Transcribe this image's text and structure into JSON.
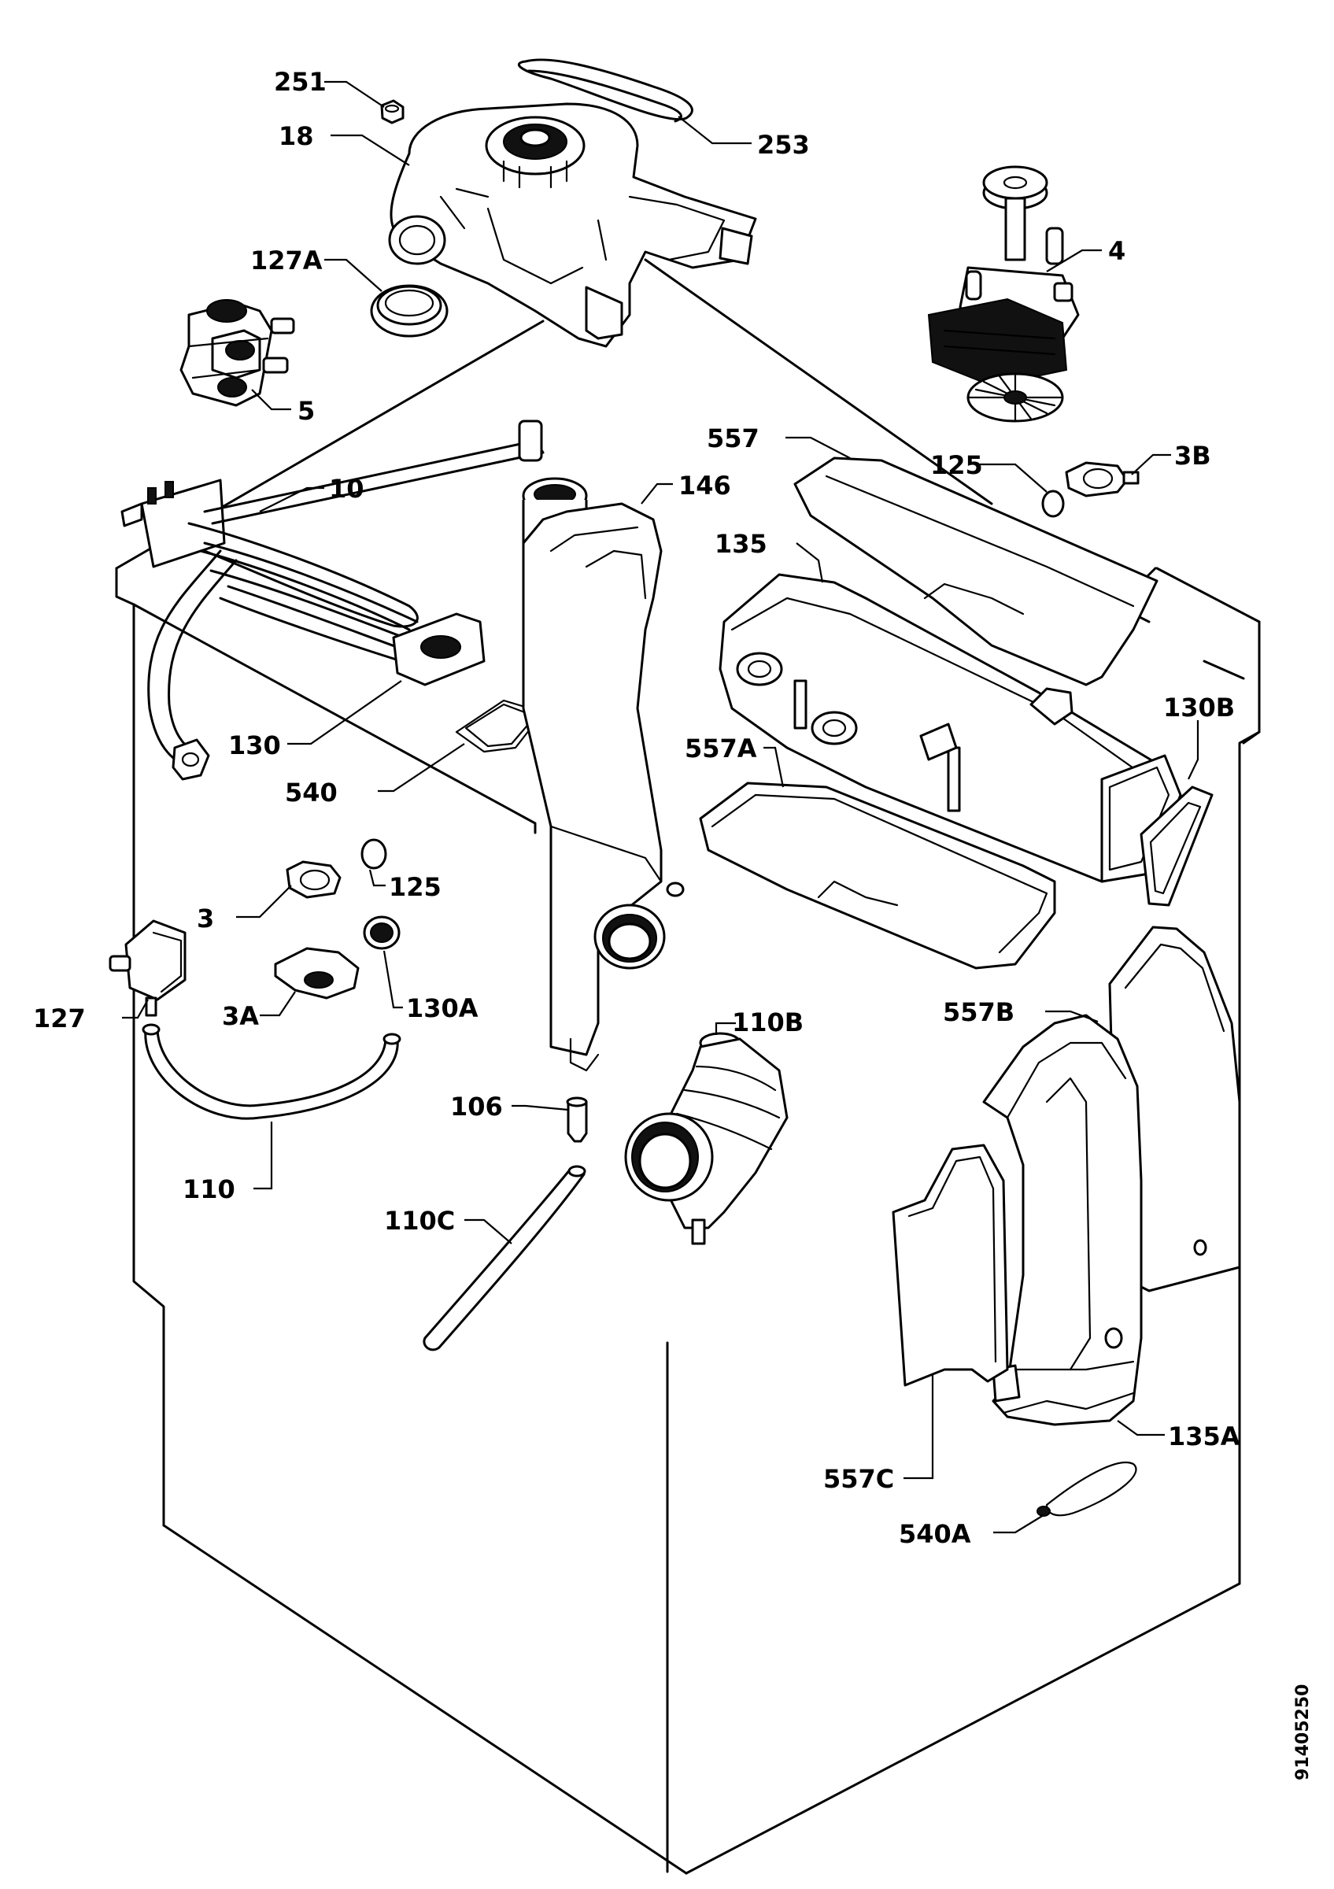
{
  "diagram": {
    "document_id": "91405250",
    "part_labels": {
      "p251": "251",
      "p18": "18",
      "p253": "253",
      "p127A": "127A",
      "p4": "4",
      "p5": "5",
      "p557": "557",
      "p125_top": "125",
      "p3B": "3B",
      "p10": "10",
      "p146": "146",
      "p135": "135",
      "p130B": "130B",
      "p557A": "557A",
      "p130": "130",
      "p540": "540",
      "p125": "125",
      "p3": "3",
      "p127": "127",
      "p3A": "3A",
      "p130A": "130A",
      "p557B": "557B",
      "p110B": "110B",
      "p106": "106",
      "p110": "110",
      "p110C": "110C",
      "p135A": "135A",
      "p557C": "557C",
      "p540A": "540A"
    }
  }
}
